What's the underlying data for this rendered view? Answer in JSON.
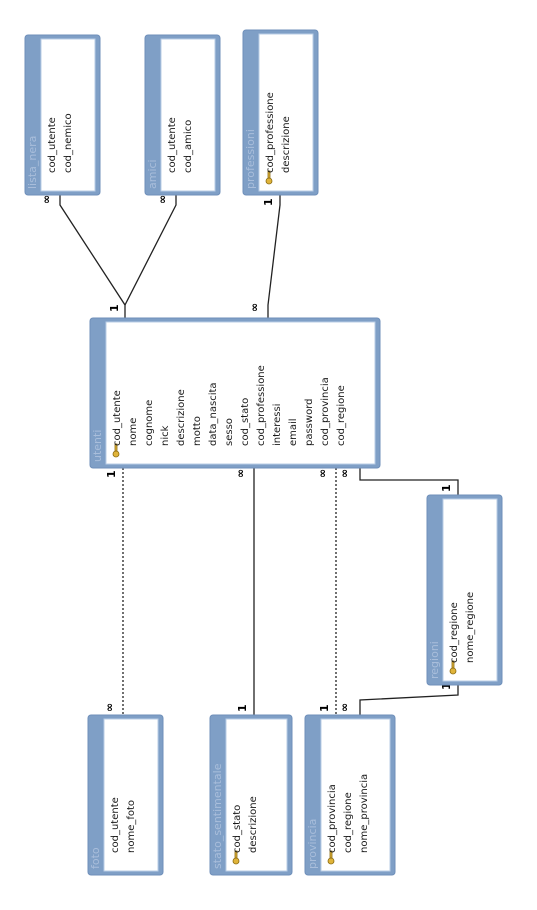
{
  "tables": [
    {
      "id": "lista_nera",
      "title": "lista_nera",
      "fields": [
        {
          "name": "cod_utente"
        },
        {
          "name": "cod_nemico"
        }
      ]
    },
    {
      "id": "amici",
      "title": "amici",
      "fields": [
        {
          "name": "cod_utente"
        },
        {
          "name": "cod_amico"
        }
      ]
    },
    {
      "id": "professioni",
      "title": "professioni",
      "fields": [
        {
          "name": "cod_professione",
          "key": true
        },
        {
          "name": "descrizione"
        }
      ]
    },
    {
      "id": "utenti",
      "title": "utenti",
      "fields": [
        {
          "name": "cod_utente",
          "key": true
        },
        {
          "name": "nome"
        },
        {
          "name": "cognome"
        },
        {
          "name": "nick"
        },
        {
          "name": "descrizione"
        },
        {
          "name": "motto"
        },
        {
          "name": "data_nascita"
        },
        {
          "name": "sesso"
        },
        {
          "name": "cod_stato"
        },
        {
          "name": "cod_professione"
        },
        {
          "name": "interessi"
        },
        {
          "name": "email"
        },
        {
          "name": "password"
        },
        {
          "name": "cod_provincia"
        },
        {
          "name": "cod_regione"
        }
      ]
    },
    {
      "id": "regioni",
      "title": "regioni",
      "fields": [
        {
          "name": "cod_regione",
          "key": true
        },
        {
          "name": "nome_regione"
        }
      ]
    },
    {
      "id": "foto",
      "title": "foto",
      "fields": [
        {
          "name": "cod_utente"
        },
        {
          "name": "nome_foto"
        }
      ]
    },
    {
      "id": "stato_sentimentale",
      "title": "stato_sentimentale",
      "fields": [
        {
          "name": "cod_stato",
          "key": true
        },
        {
          "name": "descrizione"
        }
      ]
    },
    {
      "id": "provincia",
      "title": "provincia",
      "fields": [
        {
          "name": "cod_provincia",
          "key": true
        },
        {
          "name": "cod_regione"
        },
        {
          "name": "nome_provincia"
        }
      ]
    }
  ],
  "relationships": [
    {
      "id": "utenti-lista_nera",
      "one": "1",
      "many": "∞"
    },
    {
      "id": "utenti-amici",
      "one": "1",
      "many": "∞"
    },
    {
      "id": "professioni-utenti",
      "one": "1",
      "many": "∞"
    },
    {
      "id": "utenti-foto",
      "one": "1",
      "many": "∞"
    },
    {
      "id": "stato-utenti",
      "one": "1",
      "many": "∞"
    },
    {
      "id": "provincia-utenti",
      "one": "1",
      "many": "∞"
    },
    {
      "id": "regioni-utenti",
      "one": "1",
      "many": "∞"
    },
    {
      "id": "regioni-provincia",
      "one": "1",
      "many": "∞"
    }
  ]
}
